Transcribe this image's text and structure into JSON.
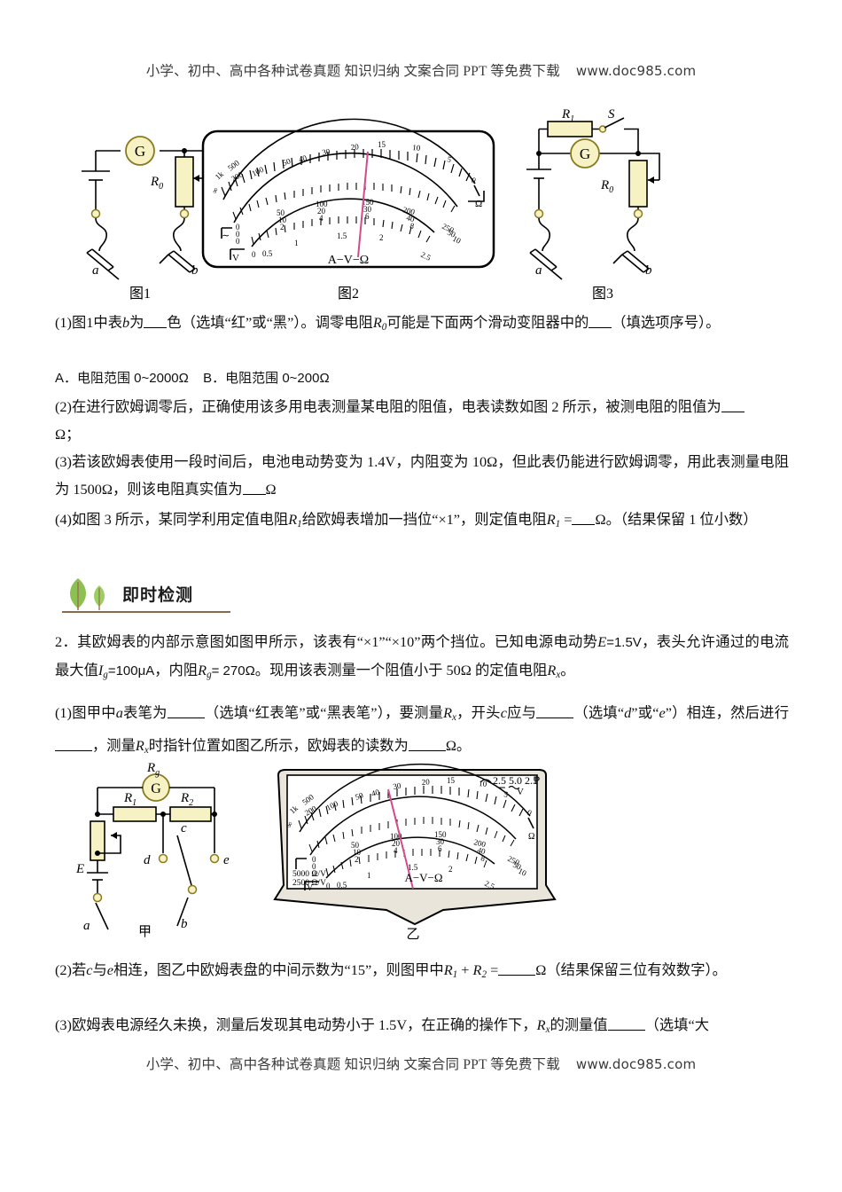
{
  "watermark": {
    "text": "小学、初中、高中各种试卷真题  知识归纳  文案合同  PPT 等免费下载",
    "url": "www.doc985.com"
  },
  "figures": {
    "fig1": {
      "caption": "图1",
      "galvanometer": "G",
      "rheostat": "R",
      "rheostat_sub": "0",
      "probe_a": "a",
      "probe_b": "b"
    },
    "fig2": {
      "caption": "图2",
      "face_label": "A−V−Ω",
      "ohm_symbol": "Ω",
      "ac_symbol": "∼",
      "volt_symbol": "V",
      "ohm_ticks": [
        "∞",
        "1k",
        "500",
        "200",
        "100",
        "50",
        "40",
        "30",
        "20",
        "15",
        "10",
        "5",
        "0"
      ],
      "mid_ticks": [
        "0",
        "50",
        "100",
        "150",
        "200",
        "250"
      ],
      "mid_ticks_b": [
        "0",
        "10",
        "20",
        "30",
        "40",
        "50"
      ],
      "mid_ticks_c": [
        "0",
        "2",
        "4",
        "6",
        "8",
        "10"
      ],
      "low_ticks": [
        "0",
        "0.5",
        "1",
        "1.5",
        "2",
        "2.5"
      ],
      "needle_reading": "15"
    },
    "fig3": {
      "caption": "图3",
      "galvanometer": "G",
      "resistor1": "R",
      "resistor1_sub": "1",
      "switch": "S",
      "rheostat": "R",
      "rheostat_sub": "0",
      "probe_a": "a",
      "probe_b": "b"
    },
    "jia": {
      "caption": "甲",
      "galvanometer": "G",
      "rg": "R",
      "rg_sub": "g",
      "r1": "R",
      "r1_sub": "1",
      "r2": "R",
      "r2_sub": "2",
      "emf": "E",
      "terminal_a": "a",
      "terminal_b": "b",
      "terminal_c": "c",
      "terminal_d": "d",
      "terminal_e": "e"
    },
    "yi": {
      "caption": "乙",
      "face_label": "A−V−Ω",
      "ohm_symbol": "Ω",
      "corner_marks": "2.5  5.0  2.5",
      "corner_p": "P",
      "corner_v": "V",
      "sensitivity_1": "5000 Ω/V",
      "sensitivity_2": "2500 Ω/V",
      "ohm_ticks": [
        "∞",
        "1k",
        "500",
        "200",
        "100",
        "50",
        "40",
        "30",
        "20",
        "15",
        "10",
        "5",
        "0"
      ],
      "mid_ticks": [
        "0",
        "50",
        "100",
        "150",
        "200",
        "250"
      ],
      "mid_ticks_b": [
        "0",
        "10",
        "20",
        "30",
        "40",
        "50"
      ],
      "mid_ticks_c": [
        "0",
        "2",
        "4",
        "6",
        "8",
        "10"
      ],
      "low_ticks": [
        "0",
        "0.5",
        "1",
        "1.5",
        "2",
        "2.5"
      ],
      "needle_reading": "30"
    }
  },
  "q1": {
    "part1_a": "(1)图1中表",
    "part1_b": "b",
    "part1_c": "为",
    "part1_d": "色（选填“红”或“黑”）。调零电阻",
    "part1_R": "R",
    "part1_R_sub": "0",
    "part1_e": "可能是下面两个滑动变阻器中的",
    "part1_f": "（填选项序号）。",
    "optionA": "A．电阻范围 0~2000Ω",
    "optionB": "B．电阻范围 0~200Ω",
    "part2_a": "(2)在进行欧姆调零后，正确使用该多用电表测量某电阻的阻值，电表读数如图 2 所示，被测电阻的阻值为",
    "part2_b": "Ω；",
    "part3_a": "(3)若该欧姆表使用一段时间后，电池电动势变为 1.4V，内阻变为 10Ω，但此表仍能进行欧姆调零，用此表测量电阻为 1500Ω，则该电阻真实值为",
    "part3_b": "Ω",
    "part4_a": "(4)如图 3 所示，某同学利用定值电阻",
    "part4_R": "R",
    "part4_R_sub": "1",
    "part4_b": "给欧姆表增加一挡位“×1”，则定值电阻",
    "part4_R2": "R",
    "part4_R2_sub": "1",
    "part4_eq": "=",
    "part4_c": "Ω。（结果保留 1 位小数）"
  },
  "section": {
    "title": "即时检测",
    "leaf_color": "#8cc152",
    "stem_color": "#9a7b52",
    "rule_color": "#8a6a4a"
  },
  "q2": {
    "stem_a": "2．其欧姆表的内部示意图如图甲所示，该表有“×1”“×10”两个挡位。已知电源电动势",
    "stem_E": "E",
    "stem_E_val": "=1.5V",
    "stem_b": "，表头允许通过的电流最大值",
    "stem_I": "I",
    "stem_I_sub": "g",
    "stem_I_val": "=100μA",
    "stem_c": "，内阻",
    "stem_Rg": "R",
    "stem_Rg_sub": "g",
    "stem_Rg_val": "= 270Ω",
    "stem_d": "。现用该表测量一个阻值小于 50Ω 的定值电阻",
    "stem_Rx": "R",
    "stem_Rx_sub": "x",
    "stem_e": "。",
    "p1_a": "(1)图甲中",
    "p1_a2": "a",
    "p1_b": "表笔为",
    "p1_c": "（选填“红表笔”或“黑表笔”），要测量",
    "p1_Rx": "R",
    "p1_Rx_sub": "x",
    "p1_d": "，开头",
    "p1_c2": "c",
    "p1_e": "应与",
    "p1_f": "（选填“",
    "p1_d2": "d",
    "p1_g": "”或“",
    "p1_e2": "e",
    "p1_h": "”）相连，然后进行",
    "p1_i": "，测量",
    "p1_Rx2": "R",
    "p1_Rx2_sub": "x",
    "p1_j": "时指针位置如图乙所示，欧姆表的读数为",
    "p1_k": "Ω。",
    "p2_a": "(2)若",
    "p2_c": "c",
    "p2_b": "与",
    "p2_e": "e",
    "p2_c2": "相连，图乙中欧姆表盘的中间示数为“15”，则图甲中",
    "p2_R1": "R",
    "p2_R1_sub": "1",
    "p2_plus": "+",
    "p2_R2": "R",
    "p2_R2_sub": "2",
    "p2_eq": "=",
    "p2_d": "Ω（结果保留三位有效数字）。",
    "p3_a": "(3)欧姆表电源经久未换，测量后发现其电动势小于 1.5V，在正确的操作下，",
    "p3_Rx": "R",
    "p3_Rx_sub": "x",
    "p3_b": "的测量值",
    "p3_c": "（选填“大"
  }
}
